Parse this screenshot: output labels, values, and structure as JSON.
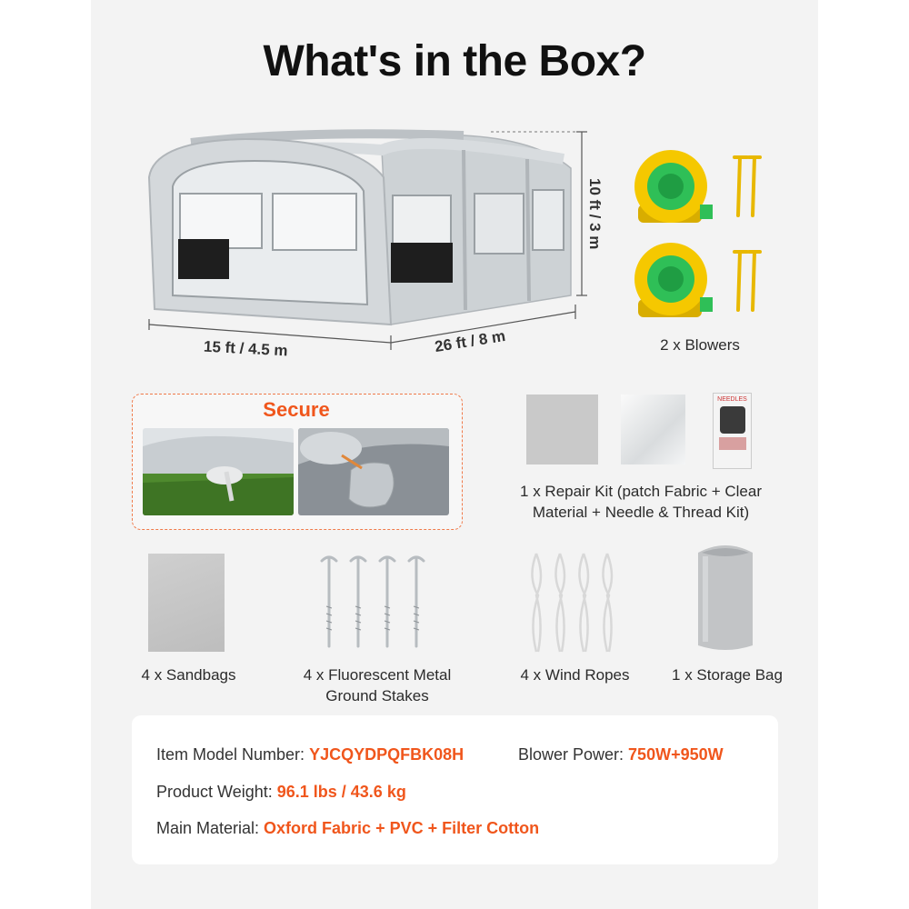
{
  "title": "What's in the Box?",
  "dimensions": {
    "height": "10 ft / 3 m",
    "width": "15 ft / 4.5 m",
    "length": "26 ft / 8 m"
  },
  "items": {
    "blowers": "2 x Blowers",
    "secure": "Secure",
    "repair_kit_line1": "1 x Repair Kit (patch Fabric + Clear",
    "repair_kit_line2": "Material + Needle & Thread Kit)",
    "needles_label": "NEEDLES",
    "sandbags": "4 x Sandbags",
    "stakes_line1": "4 x Fluorescent Metal",
    "stakes_line2": "Ground Stakes",
    "ropes": "4 x Wind Ropes",
    "storage_bag": "1 x Storage Bag"
  },
  "specs": {
    "model_label": "Item Model Number: ",
    "model_value": "YJCQYDPQFBK08H",
    "power_label": "Blower Power: ",
    "power_value": "750W+950W",
    "weight_label": "Product Weight: ",
    "weight_value": "96.1 lbs / 43.6 kg",
    "material_label": "Main Material: ",
    "material_value": "Oxford Fabric + PVC + Filter Cotton"
  },
  "colors": {
    "accent": "#f0561c",
    "tent": "#c9ced2",
    "blower_yellow": "#f5c800",
    "blower_green": "#2fbf57"
  }
}
